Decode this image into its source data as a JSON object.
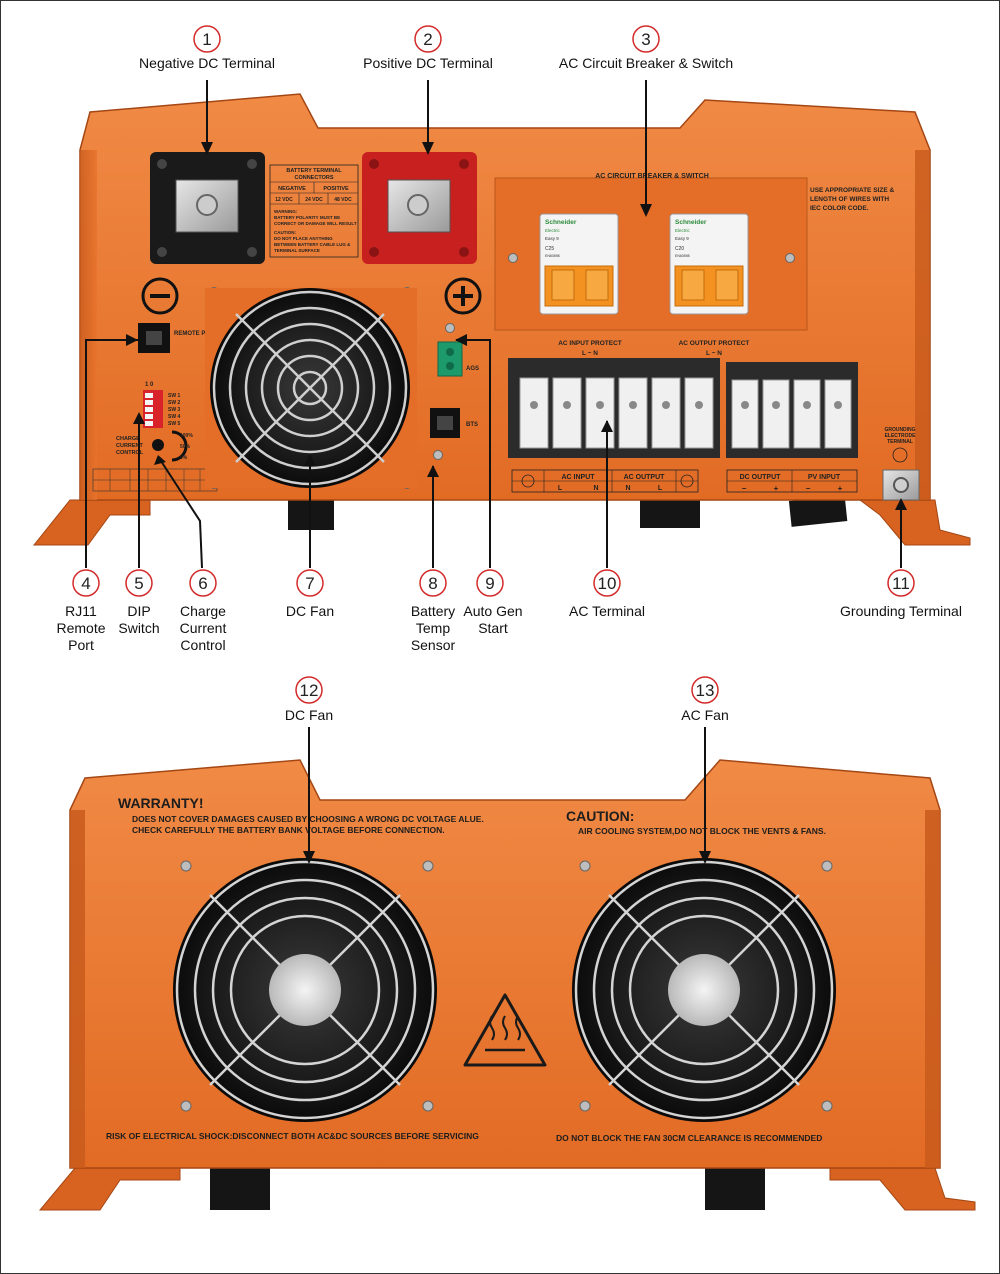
{
  "colors": {
    "housing": "#e8732c",
    "housing_dark": "#c85a1c",
    "housing_light": "#f08a45",
    "callout_ring": "#d32a2a"
  },
  "callouts": [
    {
      "num": "1",
      "lines": [
        "Negative DC Terminal"
      ]
    },
    {
      "num": "2",
      "lines": [
        "Positive DC Terminal"
      ]
    },
    {
      "num": "3",
      "lines": [
        "AC Circuit Breaker & Switch"
      ]
    },
    {
      "num": "4",
      "lines": [
        "RJ11",
        "Remote",
        "Port"
      ]
    },
    {
      "num": "5",
      "lines": [
        "DIP",
        "Switch"
      ]
    },
    {
      "num": "6",
      "lines": [
        "Charge",
        "Current",
        "Control"
      ]
    },
    {
      "num": "7",
      "lines": [
        "DC Fan"
      ]
    },
    {
      "num": "8",
      "lines": [
        "Battery",
        "Temp",
        "Sensor"
      ]
    },
    {
      "num": "9",
      "lines": [
        "Auto Gen",
        "Start"
      ]
    },
    {
      "num": "10",
      "lines": [
        "AC Terminal"
      ]
    },
    {
      "num": "11",
      "lines": [
        "Grounding Terminal"
      ]
    },
    {
      "num": "12",
      "lines": [
        "DC Fan"
      ]
    },
    {
      "num": "13",
      "lines": [
        "AC Fan"
      ]
    }
  ],
  "front_panel": {
    "breaker_title": "AC CIRCUIT BREAKER & SWITCH",
    "wire_notice": [
      "USE APPROPRIATE SIZE &",
      "LENGTH OF WIRES WITH",
      "IEC COLOR CODE."
    ],
    "battery_box": {
      "title": [
        "BATTERY TERMINAL",
        "CONNECTORS"
      ],
      "headers": [
        "NEGATIVE",
        "POSITIVE"
      ],
      "voltages": [
        "12 VDC",
        "24 VDC",
        "48 VDC"
      ],
      "warning": [
        "WARNING:",
        "BATTERY POLARITY MUST BE",
        "CORRECT OR DAMAGE WILL RESULT"
      ],
      "caution": [
        "CAUTION:",
        "DO NOT PLACE ANYTHING",
        "BETWEEN BATTERY CABLE LUG &",
        "TERMINAL SURFACE"
      ]
    },
    "remote_port": "REMOTE PORT",
    "ags": "AGS",
    "bts": "BTS",
    "dip_header": "1   0",
    "dip_labels": [
      "SW 1",
      "SW 2",
      "SW 3",
      "SW 4",
      "SW 5"
    ],
    "charge_label": [
      "CHARGE",
      "CURRENT",
      "CONTROL"
    ],
    "charge_levels": [
      "100%",
      "50%",
      "0%"
    ],
    "ac_input_protect": "AC INPUT PROTECT",
    "ac_output_protect": "AC OUTPUT PROTECT",
    "ln": "L ~ N",
    "ac_input": "AC INPUT",
    "ac_output": "AC OUTPUT",
    "dc_output": "DC OUTPUT",
    "pv_input": "PV INPUT",
    "l": "L",
    "n": "N",
    "minus": "−",
    "plus": "+",
    "grounding": [
      "GROUNDING",
      "ELECTRODE",
      "TERMINAL"
    ],
    "breaker_brand": "Schneider",
    "breaker_brand_sub": "Electric",
    "breaker_model": "Easy 9",
    "breaker_left_rating": "C25",
    "breaker_right_rating": "C20",
    "breaker_code": "EN60898"
  },
  "rear_panel": {
    "warranty_title": "WARRANTY!",
    "warranty_lines": [
      "DOES NOT COVER DAMAGES CAUSED BY CHOOSING A WRONG DC VOLTAGE ALUE.",
      "CHECK CAREFULLY THE BATTERY BANK VOLTAGE BEFORE CONNECTION."
    ],
    "caution_title": "CAUTION:",
    "caution_line": "AIR COOLING SYSTEM,DO NOT BLOCK THE VENTS & FANS.",
    "bottom_left": "RISK OF ELECTRICAL SHOCK:DISCONNECT BOTH AC&DC SOURCES BEFORE SERVICING",
    "bottom_right": "DO NOT BLOCK THE FAN 30CM CLEARANCE IS RECOMMENDED"
  }
}
